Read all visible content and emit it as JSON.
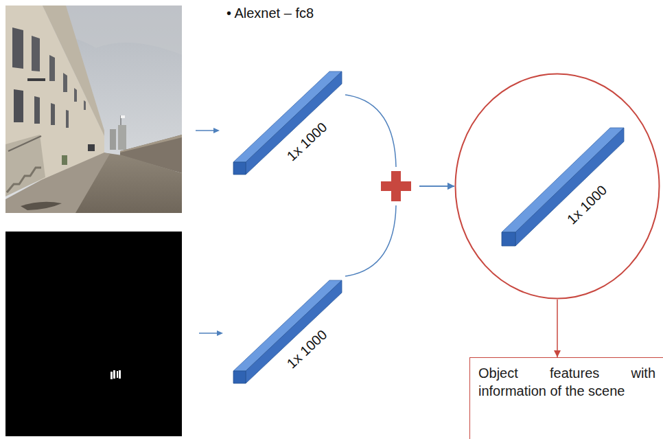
{
  "diagram": {
    "nodes": [
      {
        "text": [
          "1x 1000"
        ]
      },
      {
        "text": [
          "1x 1000"
        ]
      },
      {
        "text": []
      },
      {
        "text": [
          "1x 1000"
        ],
        "in": 2
      },
      {
        "text": [
          "Object features with information of the scene"
        ]
      }
    ],
    "edges": [
      {
        "from": 0,
        "to": 2,
        "arrow": "to"
      },
      {
        "from": 1,
        "to": 2,
        "arrow": "to"
      },
      {
        "from": 2,
        "to": 4,
        "arrow": "to"
      }
    ],
    "labels": [
      "• Alexnet – fc8"
    ]
  }
}
